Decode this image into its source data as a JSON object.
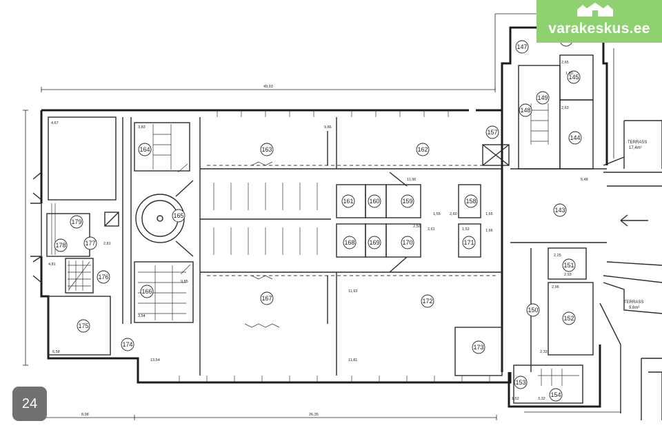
{
  "brand": {
    "name": "varakeskus.ee",
    "icon": "houses-logo-icon",
    "color": "#8fd070"
  },
  "page_badge": {
    "number": "24",
    "color": "#717171"
  },
  "terraces": [
    {
      "name": "TERRASS",
      "area": "17,4m²"
    },
    {
      "name": "TERRASS",
      "area": "9,6m²"
    }
  ],
  "rooms": [
    "143",
    "144",
    "145",
    "146",
    "147",
    "148",
    "149",
    "150",
    "151",
    "152",
    "153",
    "154",
    "157",
    "158",
    "159",
    "160",
    "161",
    "162",
    "163",
    "164",
    "165",
    "166",
    "167",
    "168",
    "169",
    "170",
    "171",
    "172",
    "173",
    "174",
    "175",
    "176",
    "177",
    "178",
    "179"
  ],
  "area_labels": [
    "4,67",
    "3,83",
    "9,86",
    "11,96",
    "2,65",
    "2,63",
    "5,48",
    "1,80",
    "2,50",
    "1,52",
    "1,55",
    "1,65",
    "2,60",
    "2,61",
    "1,66",
    "9,85",
    "11,93",
    "3,94",
    "6,58",
    "13,54",
    "11,81",
    "2,33",
    "3,32",
    "1,52",
    "2,93",
    "2,96",
    "2,25",
    "4,81",
    "2,81"
  ],
  "dimension_labels": [
    "49,93",
    "26,35",
    "8,98"
  ]
}
